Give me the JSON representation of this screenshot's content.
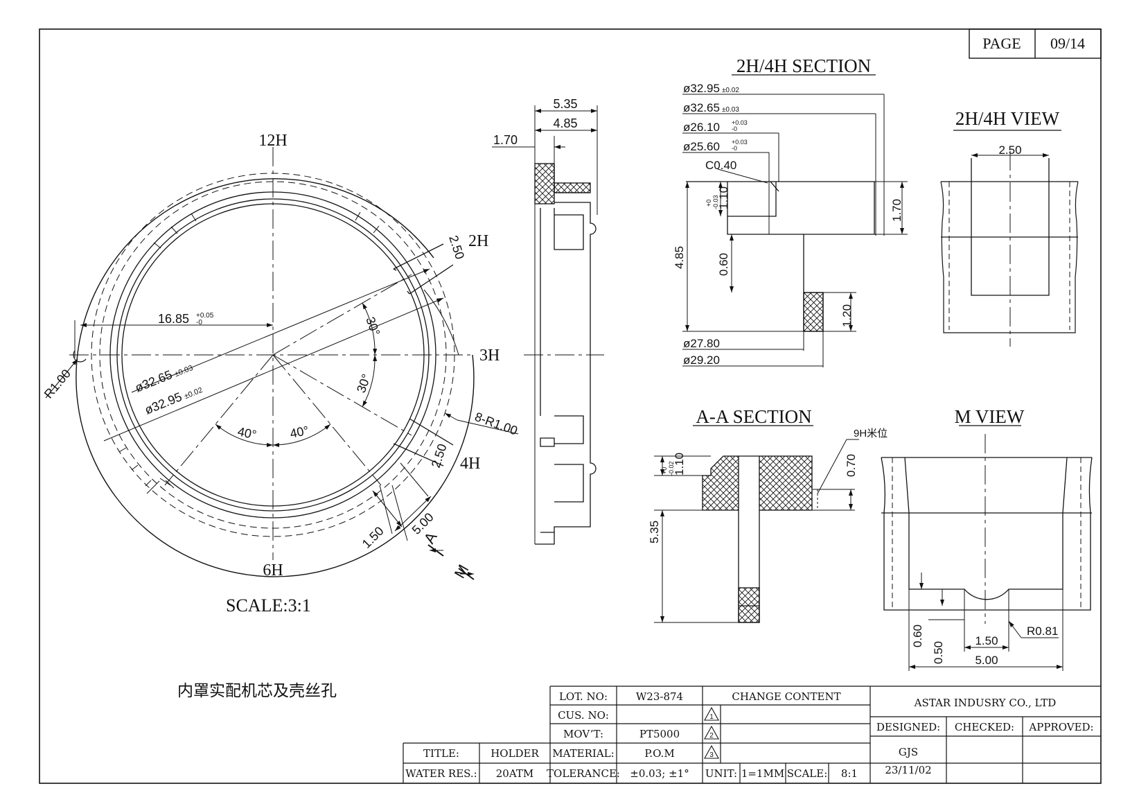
{
  "page": {
    "label": "PAGE",
    "number": "09/14"
  },
  "main_view": {
    "labels": {
      "h12": "12H",
      "h2": "2H",
      "h3": "3H",
      "h4": "4H",
      "h6": "6H"
    },
    "dims": {
      "radius_16_85": "16.85",
      "radius_16_85_tol_plus": "+0.05",
      "radius_16_85_tol_minus": "-0",
      "dia_32_65": "ø32.65",
      "dia_32_65_tol": "±0.03",
      "dia_32_95": "ø32.95",
      "dia_32_95_tol": "±0.02",
      "r1": "R1.00",
      "angle_30_a": "30°",
      "angle_30_b": "30°",
      "angle_40_a": "40°",
      "angle_40_b": "40°",
      "slot_2h": "2.50",
      "slot_4h": "2.50",
      "r8": "8-R1.00",
      "d1_50": "1.50",
      "d5_00": "5.00",
      "section_a": "A",
      "section_m": "M"
    },
    "scale": "SCALE:3:1"
  },
  "side_view": {
    "d5_35": "5.35",
    "d4_85": "4.85",
    "d1_70": "1.70"
  },
  "section_2h4h": {
    "title": "2H/4H SECTION",
    "d_32_95": "ø32.95",
    "d_32_95_tol": "±0.02",
    "d_32_65": "ø32.65",
    "d_32_65_tol": "±0.03",
    "d_26_10": "ø26.10",
    "d_26_10_tol_plus": "+0.03",
    "d_26_10_tol_minus": "-0",
    "d_25_60": "ø25.60",
    "d_25_60_tol_plus": "+0.03",
    "d_25_60_tol_minus": "-0",
    "c0_40": "C0.40",
    "h_1_10": "1.10",
    "h_1_10_tol_plus": "+0",
    "h_1_10_tol_minus": "-0.03",
    "h_4_85": "4.85",
    "h_0_60": "0.60",
    "h_1_70": "1.70",
    "h_1_20": "1.20",
    "d_27_80": "ø27.80",
    "d_29_20": "ø29.20"
  },
  "view_2h4h": {
    "title": "2H/4H VIEW",
    "w_2_50": "2.50"
  },
  "section_aa": {
    "title": "A-A SECTION",
    "h_1_10": "1.10",
    "h_1_10_tol_plus": "+0",
    "h_1_10_tol_minus": "-0.02",
    "h_5_35": "5.35",
    "h_0_70": "0.70",
    "note_9h": "9H米位"
  },
  "m_view": {
    "title": "M VIEW",
    "r0_81": "R0.81",
    "h_0_60": "0.60",
    "h_0_50": "0.50",
    "w_1_50": "1.50",
    "w_5_00": "5.00"
  },
  "note_cn": "内罩实配机芯及壳丝孔",
  "title_block": {
    "lot_label": "LOT. NO:",
    "lot_value": "W23-874",
    "cus_label": "CUS. NO:",
    "cus_value": "",
    "movt_label": "MOV’T:",
    "movt_value": "PT5000",
    "material_label": "MATERIAL:",
    "material_value": "P.O.M",
    "tolerance_label": "TOLERANCE:",
    "tolerance_value": "±0.03; ±1°",
    "title_label": "TITLE:",
    "title_value": "HOLDER",
    "water_label": "WATER RES.:",
    "water_value": "20ATM",
    "change_content": "CHANGE CONTENT",
    "rev1": "1",
    "rev2": "2",
    "rev3": "3",
    "unit_label": "UNIT:",
    "unit_value": "1=1MM",
    "scale_label": "SCALE:",
    "scale_value": "8:1",
    "company": "ASTAR INDUSRY CO., LTD",
    "designed_label": "DESIGNED:",
    "checked_label": "CHECKED:",
    "approved_label": "APPROVED:",
    "designer": "GJS",
    "date": "23/11/02"
  }
}
